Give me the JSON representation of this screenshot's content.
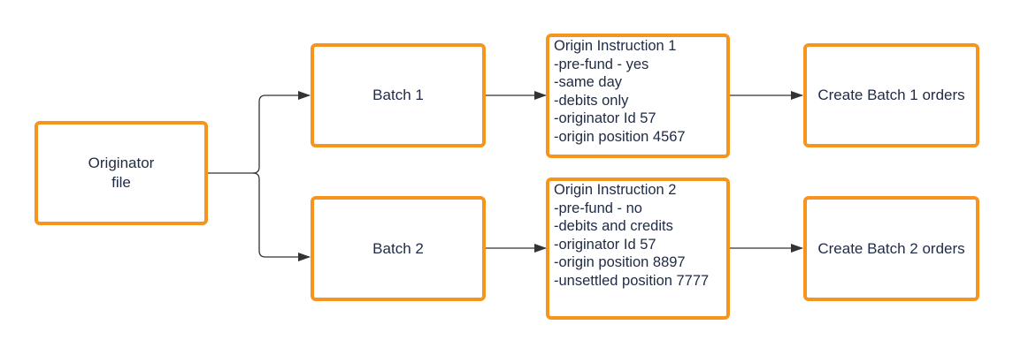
{
  "originator": {
    "line1": "Originator",
    "line2": "file"
  },
  "batch1": {
    "label": "Batch 1"
  },
  "batch2": {
    "label": "Batch 2"
  },
  "instruction1": {
    "lines": [
      "Origin Instruction 1",
      "-pre-fund - yes",
      "-same day",
      "-debits only",
      "-originator Id 57",
      "-origin position 4567"
    ]
  },
  "instruction2": {
    "lines": [
      "Origin Instruction 2",
      "-pre-fund - no",
      "-debits and credits",
      "-originator Id 57",
      "-origin position 8897",
      "-unsettled position 7777"
    ]
  },
  "create1": {
    "label": "Create Batch 1 orders"
  },
  "create2": {
    "label": "Create Batch 2 orders"
  },
  "colors": {
    "box_border": "#f7941d",
    "connector": "#333333",
    "text": "#1f2a44"
  }
}
